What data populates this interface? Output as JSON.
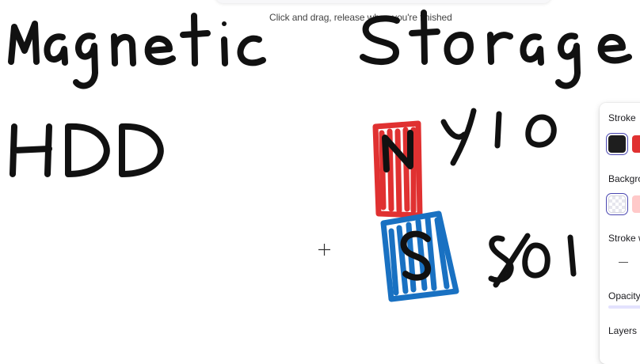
{
  "canvas": {
    "hint_text": "Click and drag, release when you're finished",
    "handwriting": [
      {
        "id": "title",
        "text": "Magnetic Storage"
      },
      {
        "id": "hdd",
        "text": "HDD"
      },
      {
        "id": "north-bits",
        "text": "1 0"
      },
      {
        "id": "south-bits",
        "text": "0 1"
      }
    ],
    "magnet": {
      "north_label": "N",
      "south_label": "S",
      "north_color": "#e03131",
      "south_color": "#1971c2"
    },
    "ink_color": "#111111",
    "cursor": "crosshair-icon"
  },
  "properties_panel": {
    "stroke_label": "Stroke",
    "background_label": "Backgro",
    "stroke_width_label": "Stroke w",
    "opacity_label": "Opacity",
    "layers_label": "Layers",
    "stroke_colors": [
      "#1e1e1e",
      "#e03131"
    ],
    "background_colors": [
      "transparent",
      "#ffc9c9"
    ],
    "accent": "#4a47b1"
  }
}
